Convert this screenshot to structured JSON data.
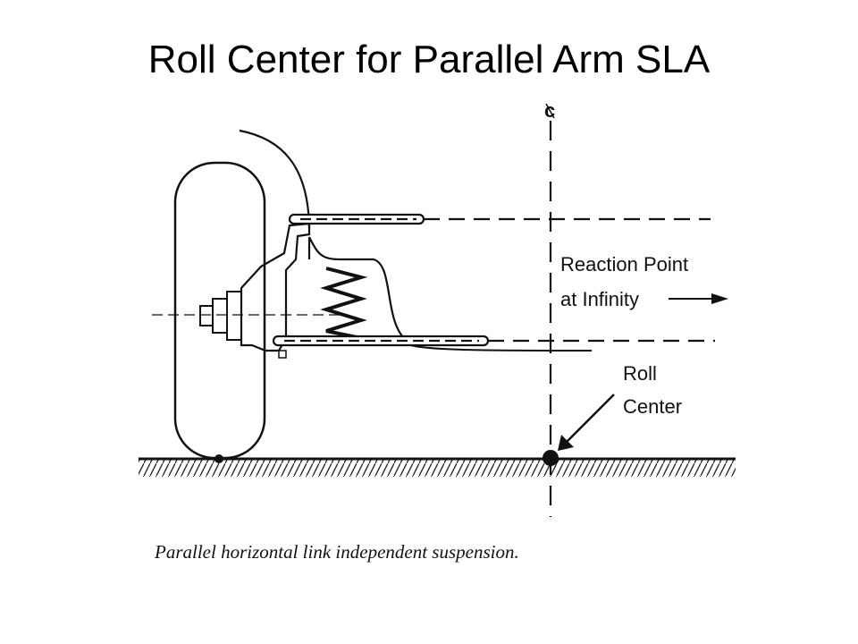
{
  "title": "Roll Center for Parallel Arm SLA",
  "labels": {
    "centerline": "c",
    "reaction_line1": "Reaction Point",
    "reaction_line2": "at Infinity",
    "roll_line1": "Roll",
    "roll_line2": "Center"
  },
  "caption": "Parallel horizontal link independent suspension."
}
